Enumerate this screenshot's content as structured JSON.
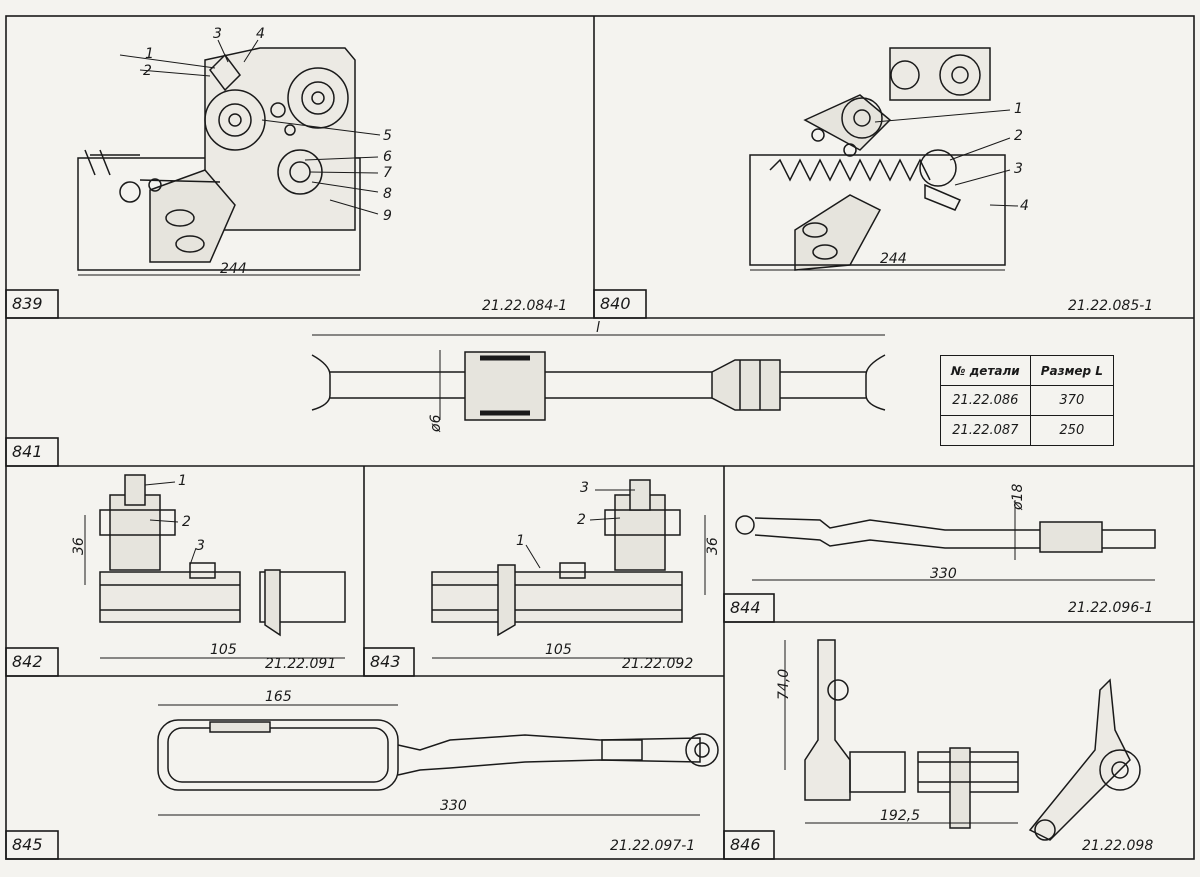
{
  "figures": [
    {
      "id": "839",
      "code": "21.22.084-1",
      "dims": [
        "244"
      ],
      "callouts": [
        "1",
        "2",
        "3",
        "4",
        "5",
        "6",
        "7",
        "8",
        "9"
      ]
    },
    {
      "id": "840",
      "code": "21.22.085-1",
      "dims": [
        "244"
      ],
      "callouts": [
        "1",
        "2",
        "3",
        "4"
      ]
    },
    {
      "id": "841",
      "code": "",
      "dims": [
        "l",
        "ø6"
      ],
      "callouts": []
    },
    {
      "id": "842",
      "code": "21.22.091",
      "dims": [
        "36",
        "105"
      ],
      "callouts": [
        "1",
        "2",
        "3"
      ]
    },
    {
      "id": "843",
      "code": "21.22.092",
      "dims": [
        "36",
        "105"
      ],
      "callouts": [
        "1",
        "2",
        "3"
      ]
    },
    {
      "id": "844",
      "code": "21.22.096-1",
      "dims": [
        "ø18",
        "330"
      ],
      "callouts": []
    },
    {
      "id": "845",
      "code": "21.22.097-1",
      "dims": [
        "165",
        "330"
      ],
      "callouts": []
    },
    {
      "id": "846",
      "code": "21.22.098",
      "dims": [
        "74,0",
        "192,5"
      ],
      "callouts": []
    }
  ],
  "table": {
    "headers": [
      "№ детали",
      "Размер L"
    ],
    "rows": [
      [
        "21.22.086",
        "370"
      ],
      [
        "21.22.087",
        "250"
      ]
    ]
  }
}
